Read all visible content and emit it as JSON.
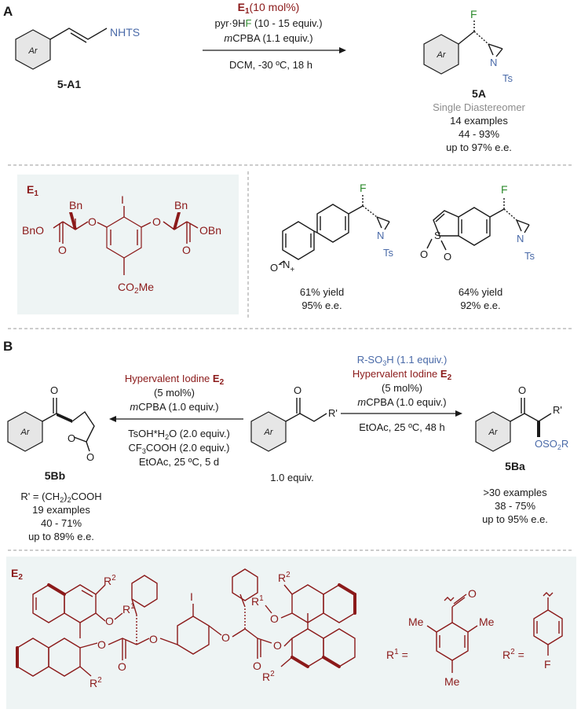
{
  "panel_a": {
    "label": "A",
    "sm_label": "5-A1",
    "sm_group": "NHTS",
    "catalyst_name": "E",
    "catalyst_sub": "1",
    "catalyst_loading": "(10 mol%)",
    "reagent1_pre": "pyr·9H",
    "reagent1_f": "F",
    "reagent1_post": " (10 - 15 equiv.)",
    "reagent2_italic": "m",
    "reagent2": "CPBA (1.1 equiv.)",
    "conditions": "DCM, -30 ºC, 18 h",
    "product_label": "5A",
    "product_note": "Single Diastereomer",
    "examples": "14 examples",
    "yield_range": "44 - 93%",
    "ee": "up to 97% e.e.",
    "atom_f": "F",
    "atom_n": "N",
    "atom_ts": "Ts",
    "ar": "Ar"
  },
  "e1_box": {
    "label": "E",
    "label_sub": "1",
    "bn": "Bn",
    "i": "I",
    "bno": "BnO",
    "obn": "OBn",
    "o": "O",
    "ester": "CO",
    "ester_sub": "2",
    "ester_post": "Me"
  },
  "examples_a": [
    {
      "yield": "61% yield",
      "ee": "95% e.e."
    },
    {
      "yield": "64% yield",
      "ee": "92% e.e."
    }
  ],
  "example_atoms": {
    "o_minus": "O",
    "minus": "−",
    "n_plus": "N",
    "plus": "+",
    "s": "S",
    "o": "O"
  },
  "panel_b": {
    "label": "B",
    "left_cat": "Hypervalent Iodine ",
    "cat_e": "E",
    "cat_sub": "2",
    "left_loading": "(5 mol%)",
    "left_m": "m",
    "left_cpba": "CPBA (1.0 equiv.)",
    "left_tsoh": "TsOH*H",
    "left_tsoh_sub": "2",
    "left_tsoh_post": "O (2.0 equiv.)",
    "left_cf3": "CF",
    "left_cf3_sub": "3",
    "left_cf3_post": "COOH (2.0 equiv.)",
    "left_cond": "EtOAc, 25 ºC, 5 d",
    "right_rso3h": "R-SO",
    "right_rso3h_sub": "3",
    "right_rso3h_post": "H (1.1 equiv.)",
    "right_cat": "Hypervalent Iodine ",
    "right_loading": "(5 mol%)",
    "right_m": "m",
    "right_cpba": "CPBA (1.0 equiv.)",
    "right_cond": "EtOAc, 25 ºC, 48 h",
    "sm_equiv": "1.0 equiv.",
    "sm_rprime": "R'",
    "left_product": "5Bb",
    "left_r": "R' = (CH",
    "left_r_sub": "2",
    "left_r_post": ")",
    "left_r_sub2": "2",
    "left_r_end": "COOH",
    "left_examples": "19 examples",
    "left_yield": "40 - 71%",
    "left_ee": "up to 89% e.e.",
    "right_product": "5Ba",
    "right_rprime": "R'",
    "right_oso": "OSO",
    "right_oso_sub": "2",
    "right_oso_post": "R",
    "right_examples": ">30 examples",
    "right_yield": "38 - 75%",
    "right_ee": "up to 95% e.e.",
    "o": "O",
    "ar": "Ar"
  },
  "e2_box": {
    "label": "E",
    "label_sub": "2",
    "r1": "R",
    "r1_sup": "1",
    "r2": "R",
    "r2_sup": "2",
    "o": "O",
    "i": "I",
    "me": "Me",
    "f": "F",
    "r1_def": "R",
    "r1_def_sup": "1",
    "eq": " =",
    "r2_def": "R",
    "r2_def_sup": "2"
  }
}
